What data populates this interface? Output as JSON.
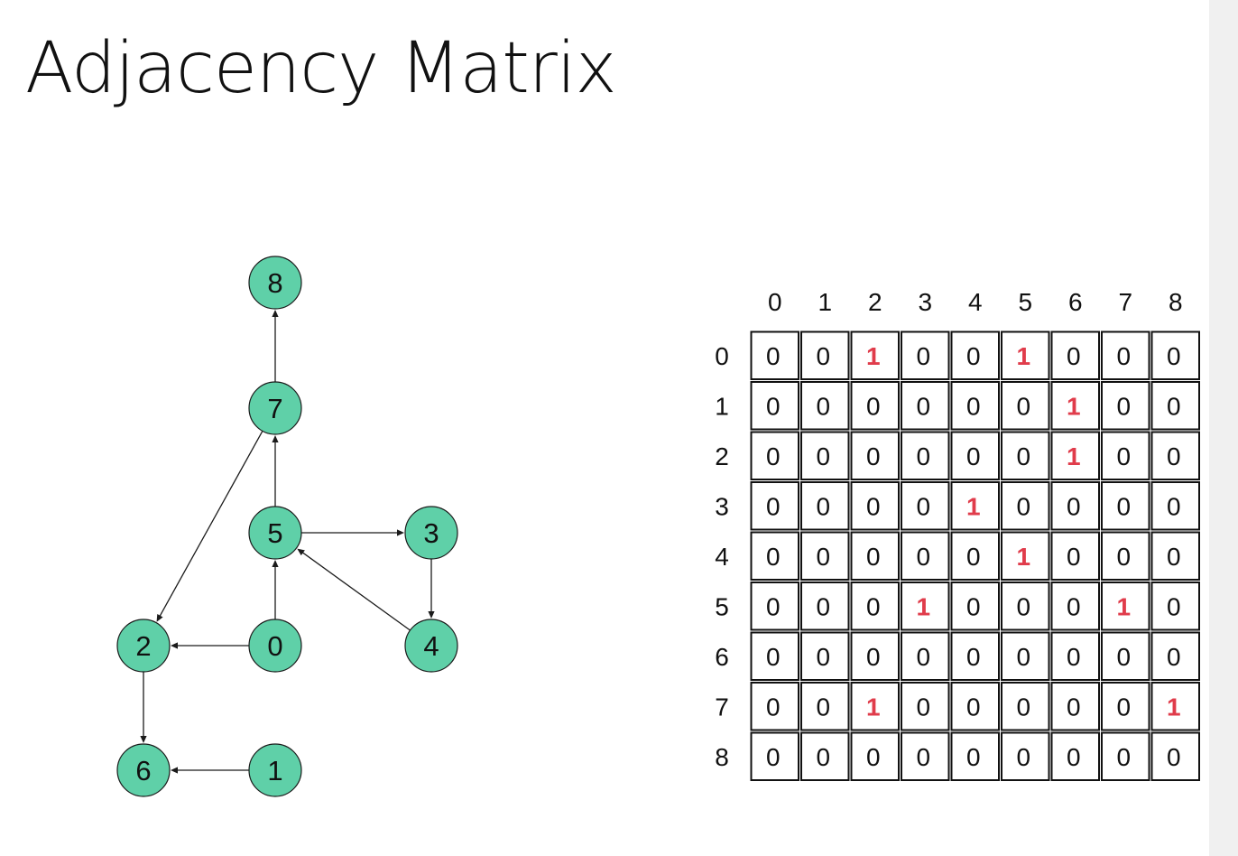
{
  "title": "Adjacency Matrix",
  "colors": {
    "node_fill": "#5fd0a8",
    "one_color": "#e03c4b",
    "zero_color": "#111111"
  },
  "graph": {
    "nodes": [
      "0",
      "1",
      "2",
      "3",
      "4",
      "5",
      "6",
      "7",
      "8"
    ],
    "edges": [
      [
        "0",
        "2"
      ],
      [
        "0",
        "5"
      ],
      [
        "1",
        "6"
      ],
      [
        "2",
        "6"
      ],
      [
        "3",
        "4"
      ],
      [
        "4",
        "5"
      ],
      [
        "5",
        "3"
      ],
      [
        "5",
        "7"
      ],
      [
        "7",
        "2"
      ],
      [
        "7",
        "8"
      ]
    ]
  },
  "matrix": {
    "column_headers": [
      "0",
      "1",
      "2",
      "3",
      "4",
      "5",
      "6",
      "7",
      "8"
    ],
    "row_headers": [
      "0",
      "1",
      "2",
      "3",
      "4",
      "5",
      "6",
      "7",
      "8"
    ],
    "rows": [
      [
        "0",
        "0",
        "1",
        "0",
        "0",
        "1",
        "0",
        "0",
        "0"
      ],
      [
        "0",
        "0",
        "0",
        "0",
        "0",
        "0",
        "1",
        "0",
        "0"
      ],
      [
        "0",
        "0",
        "0",
        "0",
        "0",
        "0",
        "1",
        "0",
        "0"
      ],
      [
        "0",
        "0",
        "0",
        "0",
        "1",
        "0",
        "0",
        "0",
        "0"
      ],
      [
        "0",
        "0",
        "0",
        "0",
        "0",
        "1",
        "0",
        "0",
        "0"
      ],
      [
        "0",
        "0",
        "0",
        "1",
        "0",
        "0",
        "0",
        "1",
        "0"
      ],
      [
        "0",
        "0",
        "0",
        "0",
        "0",
        "0",
        "0",
        "0",
        "0"
      ],
      [
        "0",
        "0",
        "1",
        "0",
        "0",
        "0",
        "0",
        "0",
        "1"
      ],
      [
        "0",
        "0",
        "0",
        "0",
        "0",
        "0",
        "0",
        "0",
        "0"
      ]
    ]
  }
}
